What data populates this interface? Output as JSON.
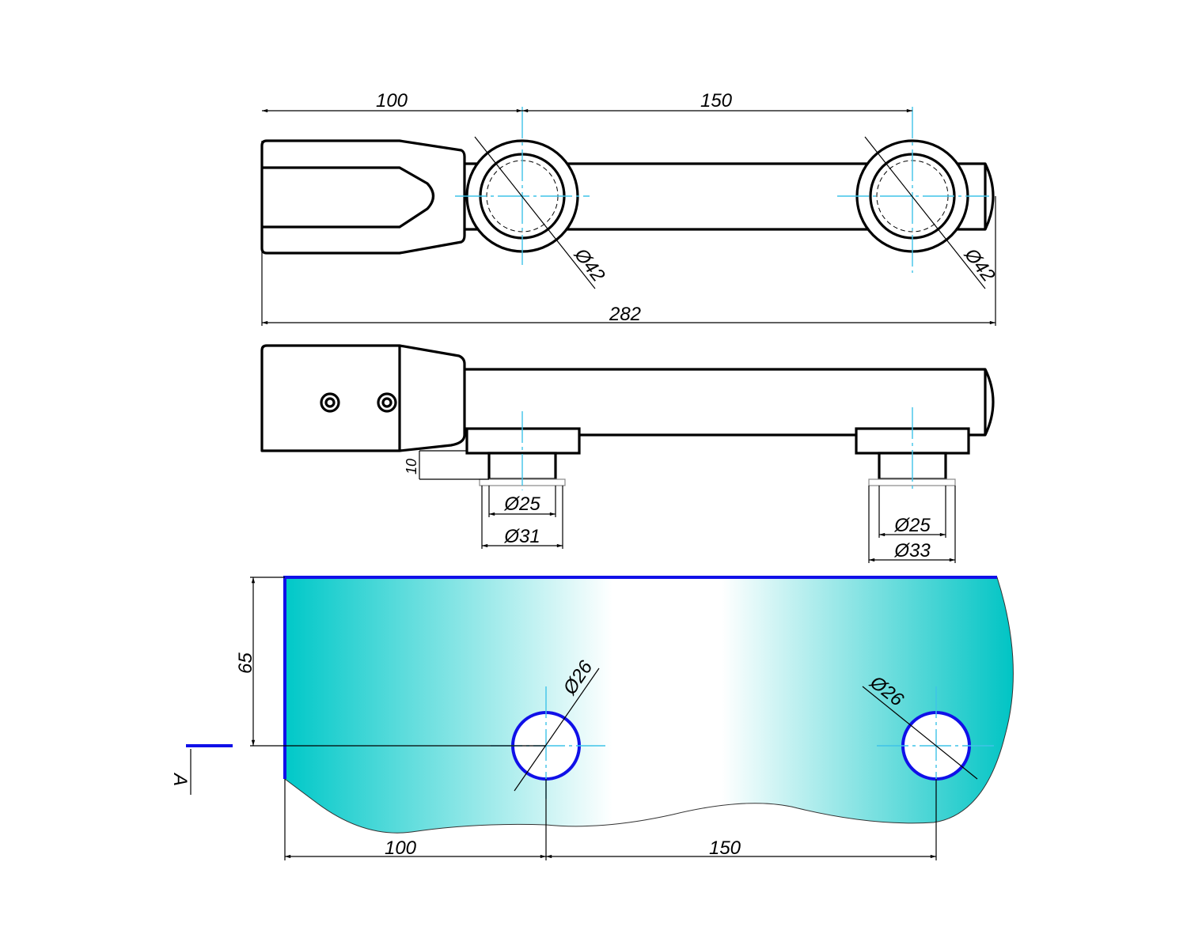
{
  "views": {
    "top": {
      "dim_left": "100",
      "dim_right": "150",
      "dim_total": "282",
      "dia_left": "Ø42",
      "dia_right": "Ø42"
    },
    "side": {
      "dim_offset": "10",
      "left_inner": "Ø25",
      "left_outer": "Ø31",
      "right_inner": "Ø25",
      "right_outer": "Ø33"
    },
    "section": {
      "dim_height": "65",
      "dia_left": "Ø26",
      "dia_right": "Ø26",
      "dim_left": "100",
      "dim_right": "150",
      "section_label": "A"
    }
  },
  "colors": {
    "outline": "#000000",
    "centerline": "#3fc3e8",
    "section_edge": "#1010e8",
    "fill": "#00c8c8"
  }
}
